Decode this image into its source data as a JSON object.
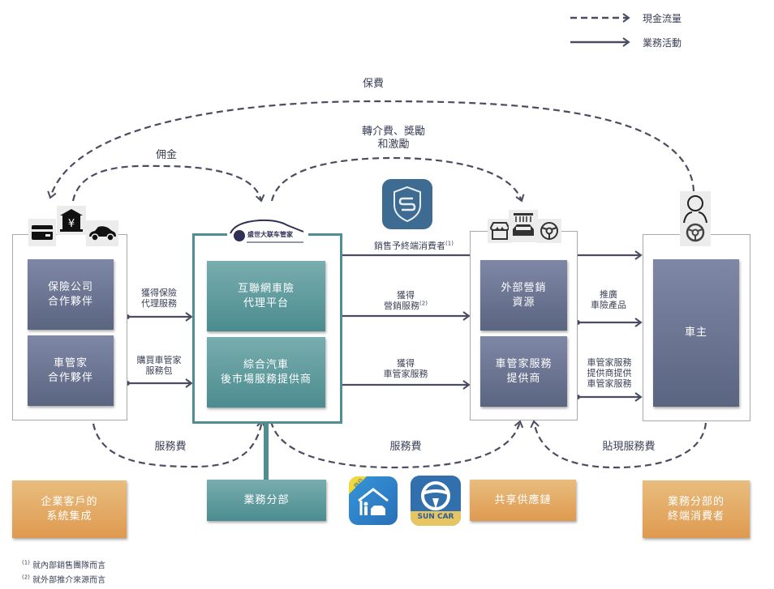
{
  "legend": {
    "items": [
      {
        "style": "dashed",
        "label": "現金流量"
      },
      {
        "style": "solid",
        "label": "業務活動"
      }
    ]
  },
  "colors": {
    "slate": "#6b7593",
    "teal": "#5f9c9e",
    "orange": "#e3a660",
    "line": "#4a4d62",
    "app_blue": "#3e6b91"
  },
  "columns": {
    "partners": {
      "icons": [
        "credit-card-icon",
        "bank-yen-icon",
        "car-icon"
      ],
      "tiles": [
        "保險公司\n合作夥伴",
        "車管家\n合作夥伴"
      ]
    },
    "platform": {
      "logo_text": "盛世大联车管家",
      "tiles": [
        "互聯網車險\n代理平台",
        "綜合汽車\n後市場服務提供商"
      ]
    },
    "resources": {
      "icons": [
        "storefront-icon",
        "car-wash-icon",
        "steering-wheel-icon"
      ],
      "tiles": [
        "外部營銷\n資源",
        "車管家服務\n提供商"
      ]
    },
    "owners": {
      "icons": [
        "person-icon",
        "steering-wheel-icon"
      ],
      "tiles": [
        "車主"
      ]
    }
  },
  "arrows": {
    "premium": "保費",
    "referral": "轉介費、獎勵\n和激勵",
    "commission": "佣金",
    "get_insurance_agency": "獲得保險\n代理服務",
    "buy_package": "購買車管家\n服務包",
    "sell_to_consumers": "銷售予終端消費者",
    "sell_to_consumers_note": "(1)",
    "get_marketing": "獲得",
    "get_marketing_2": "營銷服務",
    "get_marketing_note": "(2)",
    "get_car_service": "獲得\n車管家服務",
    "promote": "推廣\n車險產品",
    "provider_service": "車管家服務\n提供商提供\n車管家服務",
    "service_fee_left": "服務費",
    "service_fee_mid": "服務費",
    "discount_fee": "貼現服務費"
  },
  "bottom": {
    "enterprise": "企業客戶的\n系統集成",
    "division": "業務分部",
    "supply_chain": "共享供應鏈",
    "end_consumers": "業務分部的\n終端消費者",
    "apps": [
      {
        "name": "merchant-app",
        "badge": "商户"
      },
      {
        "name": "suncar-app",
        "caption": "SUN CAR"
      }
    ]
  },
  "footnotes": [
    {
      "mark": "(1)",
      "text": "就內部銷售團隊而言"
    },
    {
      "mark": "(2)",
      "text": "就外部推介來源而言"
    }
  ]
}
